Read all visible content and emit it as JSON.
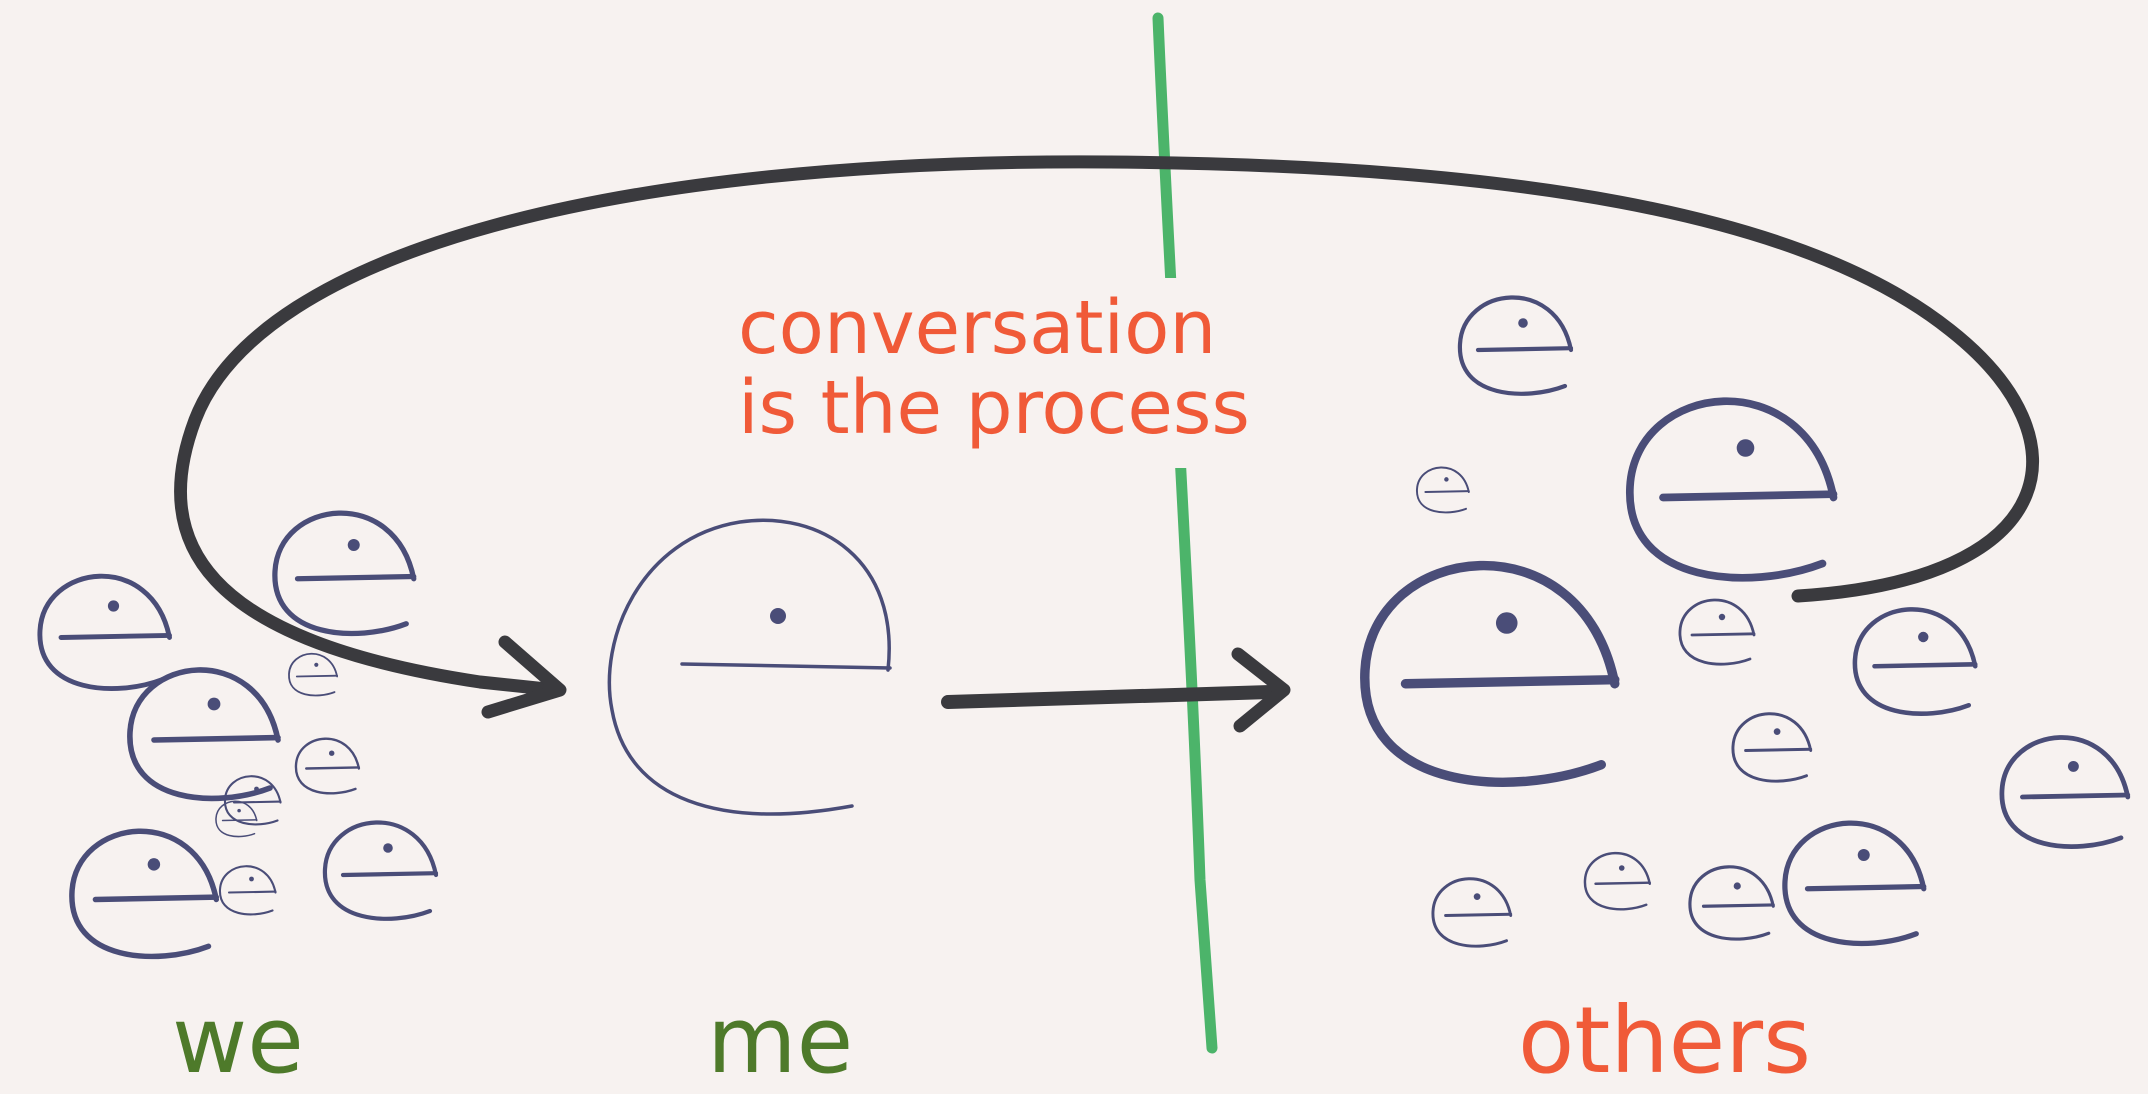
{
  "diagram": {
    "title_line1": "conversation",
    "title_line2": "is the process",
    "labels": {
      "we": "we",
      "me": "me",
      "others": "others"
    },
    "colors": {
      "background": "#f7f2f0",
      "green_text": "#4e7a2a",
      "orange_text": "#f05a38",
      "divider": "#4cb46a",
      "ink": "#3a3a3e",
      "pen": "#4a4d78"
    }
  }
}
